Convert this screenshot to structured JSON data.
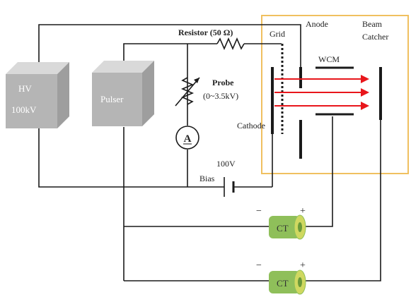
{
  "labels": {
    "hv_line1": "HV",
    "hv_line2": "100kV",
    "pulser": "Pulser",
    "resistor": "Resistor (50 Ω)",
    "probe_line1": "Probe",
    "probe_line2": "(0~3.5kV)",
    "ammeter": "A",
    "cathode": "Cathode",
    "grid": "Grid",
    "anode": "Anode",
    "wcm": "WCM",
    "beam_catcher_line1": "Beam",
    "beam_catcher_line2": "Catcher",
    "bias_voltage": "100V",
    "bias": "Bias",
    "ct1": "CT",
    "ct2": "CT",
    "ct1_minus": "−",
    "ct1_plus": "+",
    "ct2_minus": "−",
    "ct2_plus": "+"
  },
  "colors": {
    "wire": "#1a1a1a",
    "box_front": "#b5b5b5",
    "box_top": "#d9d9d9",
    "box_side": "#9e9e9e",
    "highlight_frame": "#f0c060",
    "beam": "#e8161b",
    "ct_body": "#8fbf5a",
    "ct_end": "#cfd860",
    "label_text": "#222222"
  }
}
